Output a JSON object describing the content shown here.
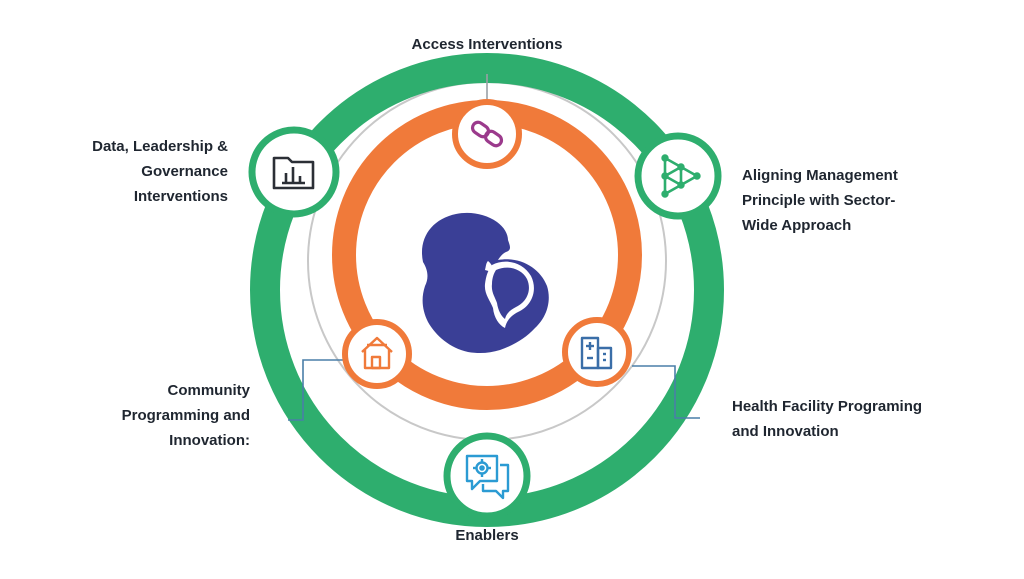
{
  "labels": {
    "access": [
      "Access Interventions"
    ],
    "data_leadership": [
      "Data, Leadership &",
      "Governance",
      "Interventions"
    ],
    "aligning": [
      "Aligning Management",
      "Principle with Sector-",
      "Wide Approach"
    ],
    "community": [
      "Community",
      "Programming and",
      "Innovation:"
    ],
    "health_facility": [
      "Health Facility Programing",
      "and Innovation"
    ],
    "enablers": [
      "Enablers"
    ]
  },
  "icons": {
    "access": "link-chain-icon",
    "data_leadership": "folder-bar-chart-icon",
    "aligning": "triangle-network-icon",
    "community": "hut-home-icon",
    "health_facility": "hospital-building-icon",
    "enablers": "gear-speech-bubble-icon",
    "center": "mother-and-child-icon"
  },
  "colors": {
    "green": "#2eae6e",
    "orange": "#f07a3a",
    "purple": "#9b3a8c",
    "navy": "#3a3f96",
    "connector": "#4a7fa8",
    "thin_ring": "#c8c8c8"
  }
}
